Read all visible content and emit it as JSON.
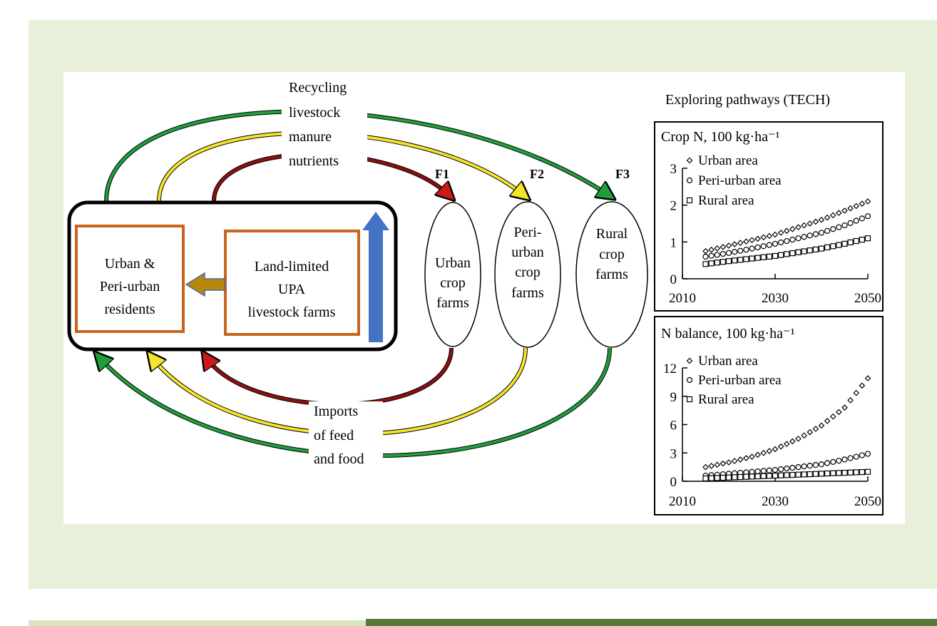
{
  "diagram": {
    "recycling_label": [
      "Recycling",
      "livestock",
      "manure",
      "nutrients"
    ],
    "imports_label": [
      "Imports",
      "of feed",
      "and food"
    ],
    "residents_label": [
      "Urban &",
      "Peri-urban",
      "residents"
    ],
    "livestock_label": [
      "Land-limited",
      "UPA",
      "livestock farms"
    ],
    "farms": [
      {
        "flow": "F1",
        "label": [
          "Urban",
          "crop",
          "farms"
        ],
        "color": "#cc1a1a"
      },
      {
        "flow": "F2",
        "label": [
          "Peri-",
          "urban",
          "crop",
          "farms"
        ],
        "color": "#f5e52a"
      },
      {
        "flow": "F3",
        "label": [
          "Rural",
          "crop",
          "farms"
        ],
        "color": "#1f9e3a"
      }
    ],
    "colors": {
      "box_border": "#c8641e",
      "big_arrow": "#4472c4",
      "small_arrow": "#b8860b"
    }
  },
  "charts_heading": "Exploring pathways (TECH)",
  "chart_data": [
    {
      "type": "scatter",
      "title": "Crop N, 100 kg·ha⁻¹",
      "xlabel": "",
      "ylabel": "",
      "xlim": [
        2010,
        2050
      ],
      "ylim": [
        0,
        3
      ],
      "xticks": [
        "2010",
        "2030",
        "2050"
      ],
      "yticks": [
        "0",
        "1",
        "2",
        "3"
      ],
      "legend_position": "top-left",
      "x": [
        2015,
        2020,
        2025,
        2030,
        2035,
        2040,
        2045,
        2050
      ],
      "series": [
        {
          "name": "Urban area",
          "marker": "diamond",
          "values": [
            0.75,
            0.9,
            1.05,
            1.2,
            1.4,
            1.6,
            1.85,
            2.1
          ]
        },
        {
          "name": "Peri-urban area",
          "marker": "circle",
          "values": [
            0.6,
            0.7,
            0.82,
            0.95,
            1.1,
            1.25,
            1.45,
            1.7
          ]
        },
        {
          "name": "Rural area",
          "marker": "square",
          "values": [
            0.4,
            0.48,
            0.55,
            0.62,
            0.72,
            0.82,
            0.95,
            1.1
          ]
        }
      ]
    },
    {
      "type": "scatter",
      "title": "N balance, 100 kg·ha⁻¹",
      "xlabel": "",
      "ylabel": "",
      "xlim": [
        2010,
        2050
      ],
      "ylim": [
        0,
        12
      ],
      "xticks": [
        "2010",
        "2030",
        "2050"
      ],
      "yticks": [
        "0",
        "3",
        "6",
        "9",
        "12"
      ],
      "legend_position": "top-left",
      "x": [
        2015,
        2020,
        2025,
        2030,
        2035,
        2040,
        2045,
        2050
      ],
      "series": [
        {
          "name": "Urban area",
          "marker": "diamond",
          "values": [
            1.5,
            2.0,
            2.6,
            3.4,
            4.5,
            5.9,
            7.8,
            10.9
          ]
        },
        {
          "name": "Peri-urban area",
          "marker": "circle",
          "values": [
            0.6,
            0.8,
            1.0,
            1.2,
            1.5,
            1.8,
            2.3,
            2.9
          ]
        },
        {
          "name": "Rural area",
          "marker": "square",
          "values": [
            0.3,
            0.4,
            0.5,
            0.6,
            0.7,
            0.8,
            0.9,
            1.0
          ]
        }
      ]
    }
  ]
}
